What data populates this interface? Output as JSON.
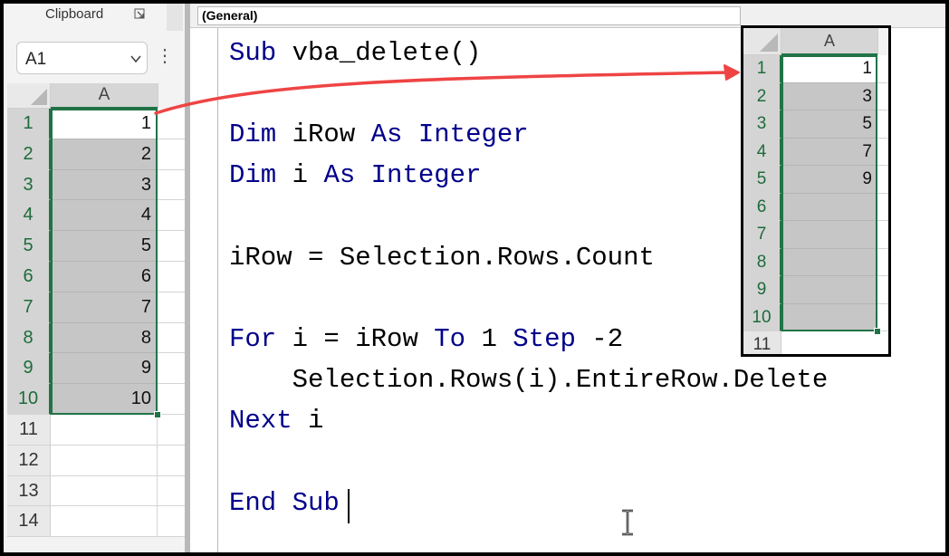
{
  "ribbon": {
    "clipboard_label": "Clipboard",
    "launcher_icon": "dialog-launcher-icon"
  },
  "name_box": {
    "value": "A1",
    "dropdown_icon": "chevron-down-icon"
  },
  "left_sheet": {
    "column_header": "A",
    "rows": [
      {
        "num": "1",
        "value": "1"
      },
      {
        "num": "2",
        "value": "2"
      },
      {
        "num": "3",
        "value": "3"
      },
      {
        "num": "4",
        "value": "4"
      },
      {
        "num": "5",
        "value": "5"
      },
      {
        "num": "6",
        "value": "6"
      },
      {
        "num": "7",
        "value": "7"
      },
      {
        "num": "8",
        "value": "8"
      },
      {
        "num": "9",
        "value": "9"
      },
      {
        "num": "10",
        "value": "10"
      },
      {
        "num": "11",
        "value": ""
      },
      {
        "num": "12",
        "value": ""
      },
      {
        "num": "13",
        "value": ""
      },
      {
        "num": "14",
        "value": ""
      }
    ],
    "selection": "A1:A10"
  },
  "vba_editor": {
    "object_combo": "(General)",
    "code": {
      "l1_kw": "Sub",
      "l1_rest": " vba_delete()",
      "l2_kw1": "Dim",
      "l2_a": " iRow ",
      "l2_kw2": "As",
      "l2_b": " ",
      "l2_kw3": "Integer",
      "l3_kw1": "Dim",
      "l3_a": " i ",
      "l3_kw2": "As",
      "l3_b": " ",
      "l3_kw3": "Integer",
      "l4": "iRow = Selection.Rows.Count",
      "l5_kw1": "For",
      "l5_a": " i = iRow ",
      "l5_kw2": "To",
      "l5_b": " 1 ",
      "l5_kw3": "Step",
      "l5_c": " -2",
      "l6": "    Selection.Rows(i).EntireRow.Delete",
      "l7_kw": "Next",
      "l7_rest": " i",
      "l8_kw1": "End",
      "l8_b": " ",
      "l8_kw2": "Sub"
    },
    "keyword_color": "#00008b"
  },
  "result_sheet": {
    "column_header": "A",
    "rows": [
      {
        "num": "1",
        "value": "1"
      },
      {
        "num": "2",
        "value": "3"
      },
      {
        "num": "3",
        "value": "5"
      },
      {
        "num": "4",
        "value": "7"
      },
      {
        "num": "5",
        "value": "9"
      },
      {
        "num": "6",
        "value": ""
      },
      {
        "num": "7",
        "value": ""
      },
      {
        "num": "8",
        "value": ""
      },
      {
        "num": "9",
        "value": ""
      },
      {
        "num": "10",
        "value": ""
      },
      {
        "num": "11",
        "value": ""
      }
    ]
  },
  "colors": {
    "excel_green": "#217346",
    "arrow_red": "#ef4444",
    "selection_fill": "#c6c6c6"
  }
}
